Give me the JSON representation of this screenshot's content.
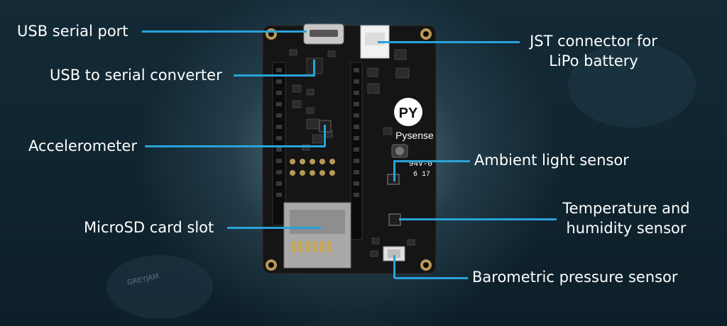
{
  "labels": {
    "usb_serial_port": "USB serial port",
    "usb_to_serial_converter": "USB to serial converter",
    "accelerometer": "Accelerometer",
    "microsd_card_slot": "MicroSD card slot",
    "jst_connector_line1": "JST connector for",
    "jst_connector_line2": "LiPo battery",
    "ambient_light_sensor": "Ambient light sensor",
    "temp_humidity_line1": "Temperature and",
    "temp_humidity_line2": "humidity sensor",
    "barometric_pressure_sensor": "Barometric pressure sensor"
  },
  "board": {
    "brand": "Pysense",
    "logo_text": "PY",
    "silkscreen": "94V-0",
    "silkscreen_code": "6 17",
    "watermark": "GREYJAM"
  },
  "colors": {
    "accent": "#29a3d8",
    "board": "#151515",
    "text": "#ffffff",
    "background": "#0f2430"
  }
}
